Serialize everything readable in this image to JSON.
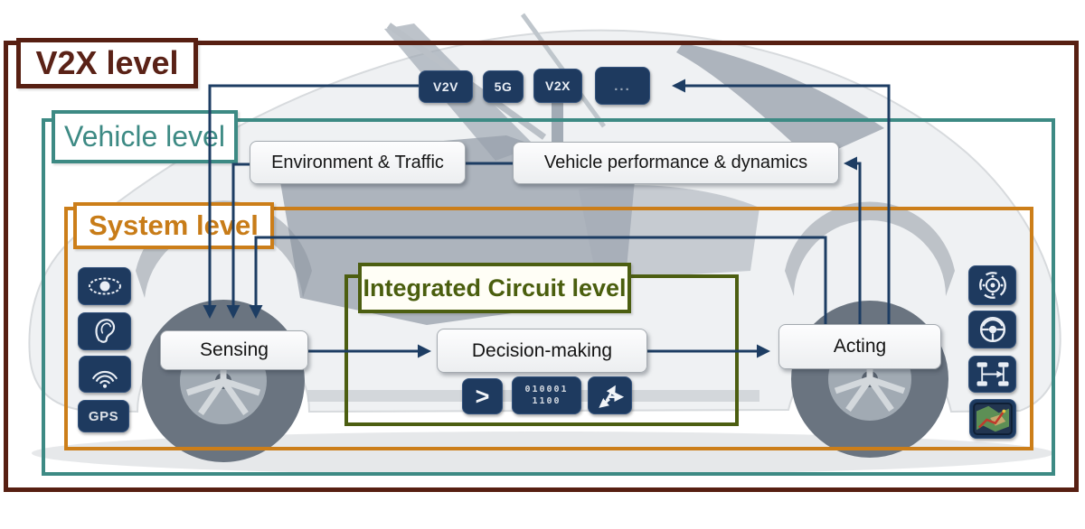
{
  "levels": {
    "v2x": {
      "label": "V2X level",
      "color": "#5a2217"
    },
    "vehicle": {
      "label": "Vehicle level",
      "color": "#3d8a84"
    },
    "system": {
      "label": "System level",
      "color": "#c87c18"
    },
    "ic": {
      "label": "Integrated Circuit level",
      "color": "#4a5e0e"
    }
  },
  "blocks": {
    "environment": {
      "label": "Environment & Traffic"
    },
    "performance": {
      "label": "Vehicle performance & dynamics"
    },
    "sensing": {
      "label": "Sensing"
    },
    "decision": {
      "label": "Decision-making"
    },
    "acting": {
      "label": "Acting"
    }
  },
  "comm_chips": [
    {
      "label": "V2V"
    },
    {
      "label": "5G"
    },
    {
      "label": "V2X"
    },
    {
      "label": "..."
    }
  ],
  "sensor_chips": [
    {
      "icon": "eye-icon"
    },
    {
      "icon": "ear-icon"
    },
    {
      "icon": "radar-waves-icon"
    },
    {
      "icon": "gps-text",
      "label": "GPS"
    }
  ],
  "actuator_chips": [
    {
      "icon": "brake-disc-icon"
    },
    {
      "icon": "steering-wheel-icon"
    },
    {
      "icon": "chassis-axle-icon"
    },
    {
      "icon": "navigation-map-icon"
    }
  ],
  "ic_chips": {
    "compare": {
      "icon": "greater-than-text",
      "label": ">"
    },
    "binary": {
      "icon": "binary-code-text",
      "line1": "010001",
      "line2": "1100"
    },
    "branch": {
      "icon": "branch-arrows-icon"
    }
  },
  "colors": {
    "chip_background": "#1e3a5f",
    "connector": "#1d3d63",
    "v2x_frame": "#571f12",
    "vehicle_frame": "#3d8a84",
    "system_frame": "#cc7e19",
    "ic_frame": "#4c5e11"
  }
}
